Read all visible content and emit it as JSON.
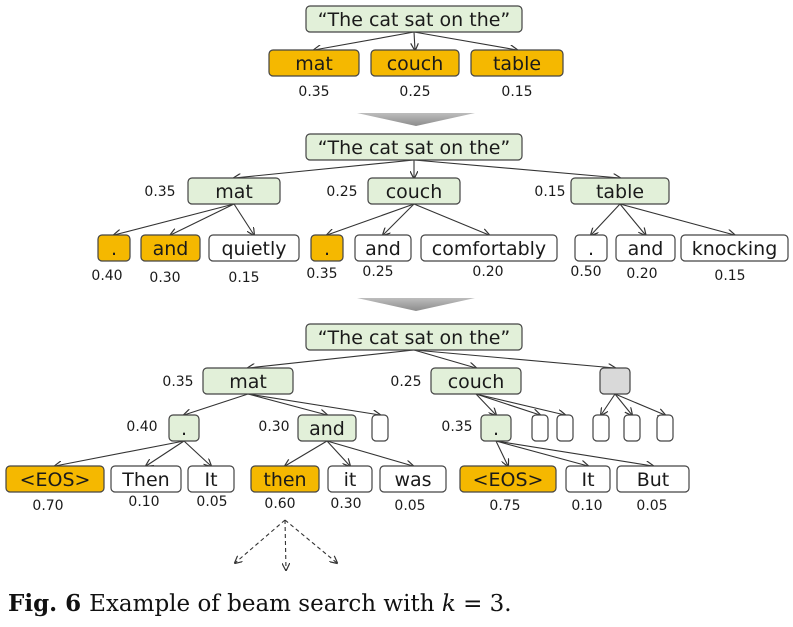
{
  "prompt": "“The cat sat on the”",
  "step1": {
    "candidates": [
      {
        "text": "mat",
        "prob": "0.35",
        "selected": true
      },
      {
        "text": "couch",
        "prob": "0.25",
        "selected": true
      },
      {
        "text": "table",
        "prob": "0.15",
        "selected": true
      }
    ]
  },
  "step2": {
    "beams": [
      {
        "text": "mat",
        "score": "0.35",
        "children": [
          {
            "text": ".",
            "prob": "0.40",
            "selected": true
          },
          {
            "text": "and",
            "prob": "0.30",
            "selected": true
          },
          {
            "text": "quietly",
            "prob": "0.15",
            "selected": false
          }
        ]
      },
      {
        "text": "couch",
        "score": "0.25",
        "children": [
          {
            "text": ".",
            "prob": "0.35",
            "selected": true
          },
          {
            "text": "and",
            "prob": "0.25",
            "selected": false
          },
          {
            "text": "comfortably",
            "prob": "0.20",
            "selected": false
          }
        ]
      },
      {
        "text": "table",
        "score": "0.15",
        "children": [
          {
            "text": ".",
            "prob": "0.50",
            "selected": false
          },
          {
            "text": "and",
            "prob": "0.20",
            "selected": false
          },
          {
            "text": "knocking",
            "prob": "0.15",
            "selected": false
          }
        ]
      }
    ]
  },
  "step3": {
    "beams": [
      {
        "text": "mat",
        "score": "0.35"
      },
      {
        "text": "couch",
        "score": "0.25"
      }
    ],
    "level2": [
      {
        "text": ".",
        "score": "0.40"
      },
      {
        "text": "and",
        "score": "0.30"
      },
      {
        "text": ".",
        "score": "0.35"
      }
    ],
    "leaves": [
      {
        "text": "<EOS>",
        "prob": "0.70",
        "selected": true
      },
      {
        "text": "Then",
        "prob": "0.10",
        "selected": false
      },
      {
        "text": "It",
        "prob": "0.05",
        "selected": false
      },
      {
        "text": "then",
        "prob": "0.60",
        "selected": true
      },
      {
        "text": "it",
        "prob": "0.30",
        "selected": false
      },
      {
        "text": "was",
        "prob": "0.05",
        "selected": false
      },
      {
        "text": "<EOS>",
        "prob": "0.75",
        "selected": true
      },
      {
        "text": "It",
        "prob": "0.10",
        "selected": false
      },
      {
        "text": "But",
        "prob": "0.05",
        "selected": false
      }
    ]
  },
  "colors": {
    "selected": "#f5b800",
    "beam": "#e2f0d9",
    "pruned": "#d9d9d9",
    "outline": "#444444",
    "step_arrow": "#a6a6a6"
  },
  "caption": {
    "label": "Fig. 6",
    "text_before": "Example of beam search with ",
    "var": "k",
    "text_after": " = 3."
  }
}
